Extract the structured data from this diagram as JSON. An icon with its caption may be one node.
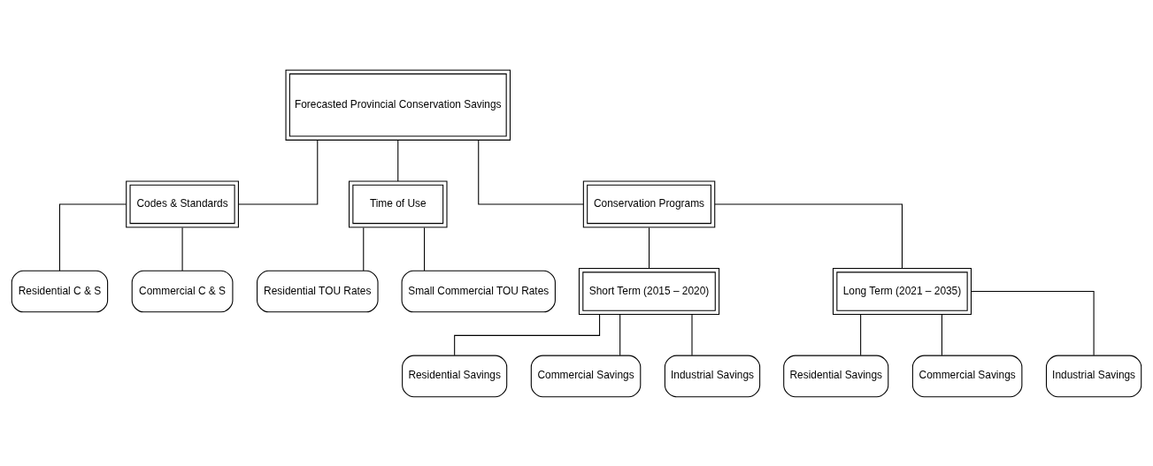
{
  "diagram": {
    "nodes": [
      {
        "text": [
          "Forecasted Provincial Conservation Savings"
        ]
      },
      {
        "text": [
          "Codes & Standards"
        ]
      },
      {
        "text": [
          "Time of Use"
        ]
      },
      {
        "text": [
          "Conservation Programs"
        ]
      },
      {
        "text": [
          "Residential C & S"
        ]
      },
      {
        "text": [
          "Commercial C & S"
        ]
      },
      {
        "text": [
          "Residential TOU Rates"
        ]
      },
      {
        "text": [
          "Small Commercial TOU Rates"
        ]
      },
      {
        "text": [
          "Short Term (2015 – 2020)"
        ]
      },
      {
        "text": [
          "Long Term (2021 – 2035)"
        ]
      },
      {
        "text": [
          "Residential Savings"
        ]
      },
      {
        "text": [
          "Commercial Savings"
        ]
      },
      {
        "text": [
          "Industrial Savings"
        ]
      },
      {
        "text": [
          "Residential Savings"
        ]
      },
      {
        "text": [
          "Commercial Savings"
        ]
      },
      {
        "text": [
          "Industrial Savings"
        ]
      }
    ],
    "edges": [
      {
        "from": 0,
        "to": 1,
        "arrow": "none"
      },
      {
        "from": 0,
        "to": 2,
        "arrow": "none"
      },
      {
        "from": 0,
        "to": 3,
        "arrow": "none"
      },
      {
        "from": 1,
        "to": 4,
        "arrow": "none"
      },
      {
        "from": 1,
        "to": 5,
        "arrow": "none"
      },
      {
        "from": 2,
        "to": 6,
        "arrow": "none"
      },
      {
        "from": 2,
        "to": 7,
        "arrow": "none"
      },
      {
        "from": 3,
        "to": 8,
        "arrow": "none"
      },
      {
        "from": 3,
        "to": 9,
        "arrow": "none"
      },
      {
        "from": 8,
        "to": 10,
        "arrow": "none"
      },
      {
        "from": 8,
        "to": 11,
        "arrow": "none"
      },
      {
        "from": 8,
        "to": 12,
        "arrow": "none"
      },
      {
        "from": 9,
        "to": 13,
        "arrow": "none"
      },
      {
        "from": 9,
        "to": 14,
        "arrow": "none"
      },
      {
        "from": 9,
        "to": 15,
        "arrow": "none"
      }
    ]
  }
}
